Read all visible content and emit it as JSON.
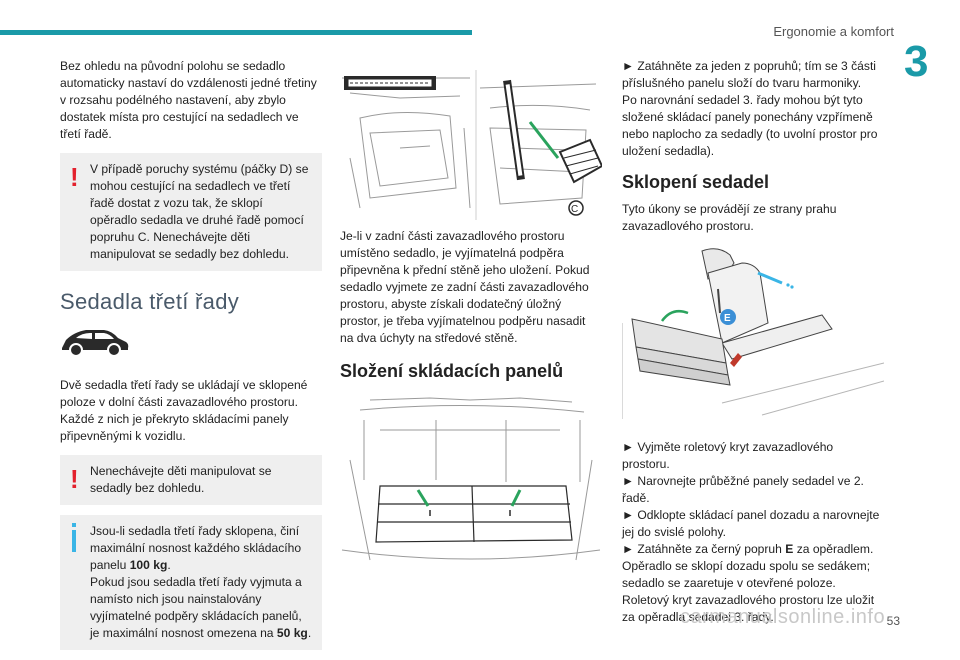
{
  "header": {
    "title": "Ergonomie a komfort",
    "chapter_number": "3"
  },
  "col1": {
    "intro": "Bez ohledu na původní polohu se sedadlo automaticky nastaví do vzdálenosti jedné třetiny v rozsahu podélného nastavení, aby zbylo dostatek místa pro cestující na sedadlech ve třetí řadě.",
    "warning1": "V případě poruchy systému (páčky D) se mohou cestující na sedadlech ve třetí řadě dostat z vozu tak, že sklopí opěradlo sedadla ve druhé řadě pomocí popruhu C. Nenechávejte děti manipulovat se sedadly bez dohledu.",
    "section_title": "Sedadla třetí řady",
    "para": "Dvě sedadla třetí řady se ukládají ve sklopené poloze v dolní části zavazadlového prostoru. Každé z nich je překryto skládacími panely připevněnými k vozidlu.",
    "warning2": "Nenechávejte děti manipulovat se sedadly bez dohledu.",
    "info_line1_prefix": "Jsou-li sedadla třetí řady sklopena, činí maximální nosnost každého skládacího panelu ",
    "info_load1": "100 kg",
    "info_line1_suffix": ".",
    "info_line2_prefix": "Pokud jsou sedadla třetí řady vyjmuta a namísto nich jsou nainstalovány vyjímatelné podpěry skládacích panelů, je maximální nosnost omezena na ",
    "info_load2": "50 kg",
    "info_line2_suffix": "."
  },
  "col2": {
    "para": "Je-li v zadní části zavazadlového prostoru umístěno sedadlo, je vyjímatelná podpěra připevněna k přední stěně jeho uložení. Pokud sedadlo vyjmete ze zadní části zavazadlového prostoru, abyste získali dodatečný úložný prostor, je třeba vyjímatelnou podpěru nasadit na dva úchyty na středové stěně.",
    "section_title": "Složení skládacích panelů",
    "figure_label": "C"
  },
  "col3": {
    "para1": "► Zatáhněte za jeden z popruhů; tím se 3 části příslušného panelu složí do tvaru harmoniky.",
    "para2": "Po narovnání sedadel 3. řady mohou být tyto složené skládací panely ponechány vzpřímeně nebo naplocho za sedadly (to uvolní prostor pro uložení sedadla).",
    "section_title": "Sklopení sedadel",
    "intro": "Tyto úkony se provádějí ze strany prahu zavazadlového prostoru.",
    "figure_label": "E",
    "step1": "► Vyjměte roletový kryt zavazadlového prostoru.",
    "step2": "► Narovnejte průběžné panely sedadel ve 2. řadě.",
    "step3": "► Odklopte skládací panel dozadu a narovnejte jej do svislé polohy.",
    "step4_prefix": "► Zatáhněte za černý popruh ",
    "step4_label": "E",
    "step4_suffix": " za opěradlem. Opěradlo se sklopí dozadu spolu se sedákem; sedadlo se zaaretuje v otevřené poloze. Roletový kryt zavazadlového prostoru lze uložit za opěradla sedadel 3. řady."
  },
  "footer": {
    "page_number": "53",
    "watermark": "carmanualsonline.info"
  },
  "colors": {
    "accent": "#1a9aa8",
    "warning": "#e3212d",
    "info": "#3ab5e6",
    "box_bg": "#efefef"
  }
}
